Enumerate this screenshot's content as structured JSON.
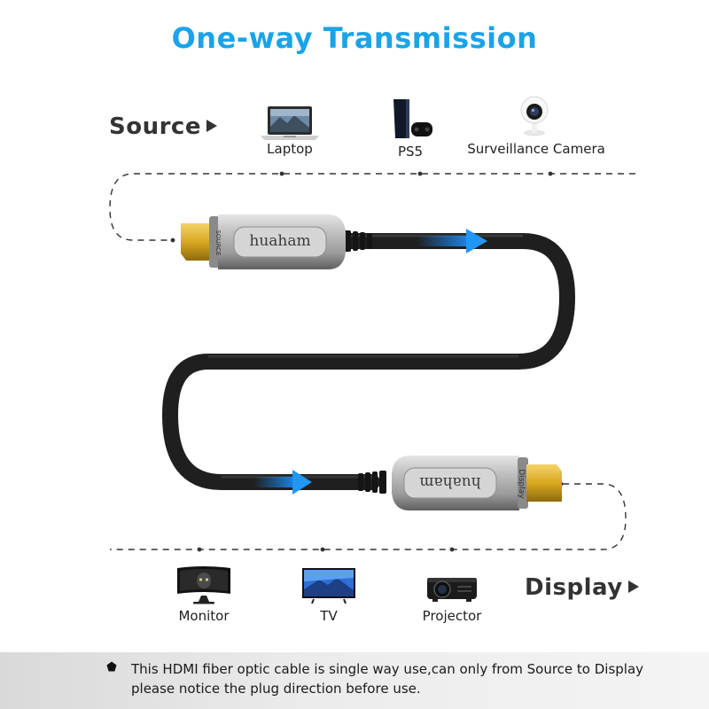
{
  "title": "One-way Transmission",
  "source": {
    "label": "Source",
    "devices": [
      {
        "name": "Laptop",
        "icon": "laptop-icon"
      },
      {
        "name": "PS5",
        "icon": "ps5-icon"
      },
      {
        "name": "Surveillance Camera",
        "icon": "surveillance-camera-icon"
      }
    ]
  },
  "display": {
    "label": "Display",
    "devices": [
      {
        "name": "Monitor",
        "icon": "monitor-icon"
      },
      {
        "name": "TV",
        "icon": "tv-icon"
      },
      {
        "name": "Projector",
        "icon": "projector-icon"
      }
    ]
  },
  "cable": {
    "source_connector": {
      "brand": "huaham",
      "end_label": "SOURCE"
    },
    "display_connector": {
      "brand": "huaham",
      "end_label": "Display"
    }
  },
  "note": {
    "line1": "This HDMI fiber optic cable is single way use,can only from Source to Display",
    "line2": "please notice the plug direction before use."
  },
  "colors": {
    "accent": "#1aa3e8",
    "flow_arrow": "#1e90ff",
    "cable": "#1f1f1f",
    "connector_shell": "#b5b5b5",
    "plug_gold": "#d8a820"
  }
}
